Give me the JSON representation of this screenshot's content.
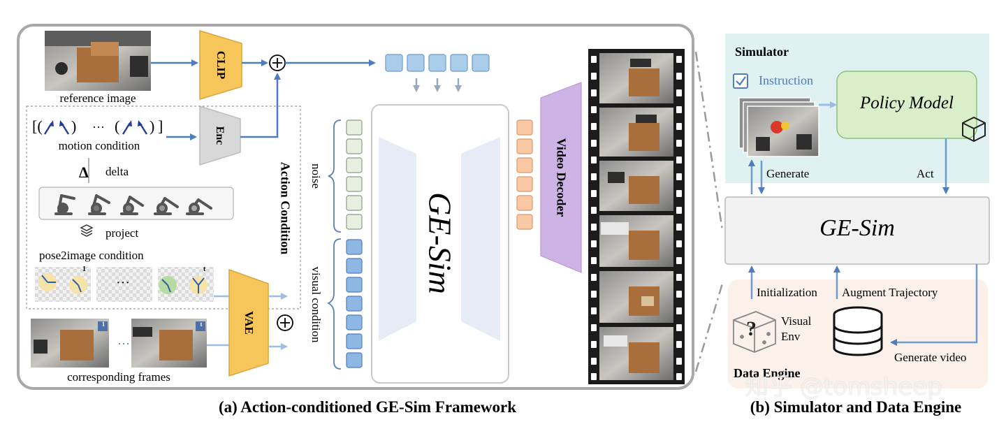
{
  "panel_a": {
    "caption": "(a) Action-conditioned GE-Sim Framework",
    "reference_label": "reference image",
    "clip_label": "CLIP",
    "enc_label": "Enc",
    "vae_label": "VAE",
    "motion_formula_left": "[(",
    "motion_formula_mid": "···",
    "motion_formula_right": "]",
    "motion_label": "motion condition",
    "delta_symbol": "Δ",
    "delta_label": "delta",
    "project_label": "project",
    "pose2image_label": "pose2image condition",
    "ellipsis": "···",
    "frame_index_1": "1",
    "frame_index_t": "t",
    "action_condition_label": "Action Condition",
    "noise_label": "noise",
    "visual_condition_label": "visual condition",
    "corresponding_label": "corresponding frames",
    "gesim_label": "GE-Sim",
    "decoder_label": "Video Decoder",
    "plus_symbol": "⊕"
  },
  "panel_b": {
    "caption": "(b) Simulator and Data Engine",
    "simulator_label": "Simulator",
    "instruction_label": "Instruction",
    "policy_label": "Policy Model",
    "generate_label": "Generate",
    "act_label": "Act",
    "gesim_label": "GE-Sim",
    "initialization_label": "Initialization",
    "augment_label": "Augment Trajectory",
    "visual_env_line1": "Visual",
    "visual_env_line2": "Env",
    "generate_video_label": "Generate video",
    "data_engine_label": "Data Engine",
    "watermark": "知乎 @tomsheep"
  },
  "colors": {
    "accent_blue": "#4f7cc1",
    "clip_gold": "#f6c65a",
    "decoder_purple": "#cdb3e6",
    "token_blue": "#a9cdea",
    "token_orange": "#f8c9a4",
    "noise_green": "#e6efe0",
    "sim_bg": "#dff2f1",
    "policy_green": "#d8efc9",
    "data_bg": "#fcf1ea"
  },
  "icons": [
    "checkbox-icon",
    "cube-icon",
    "dice-icon",
    "database-icon",
    "layers-icon",
    "robot-arm-icon"
  ]
}
